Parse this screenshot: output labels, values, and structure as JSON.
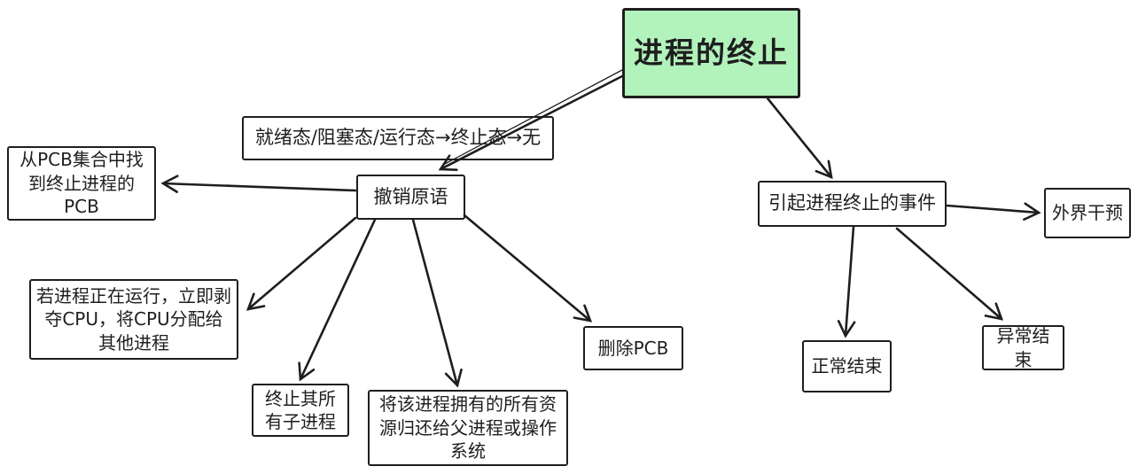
{
  "diagram": {
    "type": "mind-map",
    "colors": {
      "stroke": "#1e1e1e",
      "title_fill": "#b2f2bb",
      "node_fill": "#ffffff",
      "background": "#ffffff"
    },
    "nodes": {
      "process_termination": {
        "label": "进程的终止"
      },
      "state_transition": {
        "label": "就绪态/阻塞态/运行态→终止态→无"
      },
      "find_pcb": {
        "label": "从PCB集合中找\n到终止进程的\nPCB"
      },
      "revoke_primitive": {
        "label": "撤销原语"
      },
      "deprive_cpu": {
        "label": "若进程正在运行，立即剥\n夺CPU，将CPU分配给\n其他进程"
      },
      "terminate_children": {
        "label": "终止其所\n有子进程"
      },
      "return_resources": {
        "label": "将该进程拥有的所有资\n源归还给父进程或操作\n系统"
      },
      "delete_pcb": {
        "label": "删除PCB"
      },
      "termination_events": {
        "label": "引起进程终止的事件"
      },
      "external_intervention": {
        "label": "外界干预"
      },
      "normal_end": {
        "label": "正常结束"
      },
      "abnormal_end": {
        "label": "异常结束"
      }
    },
    "edges": [
      {
        "from": "process_termination",
        "to": "revoke_primitive",
        "annotation": "就绪态/阻塞态/运行态→终止态→无"
      },
      {
        "from": "process_termination",
        "to": "termination_events"
      },
      {
        "from": "revoke_primitive",
        "to": "find_pcb"
      },
      {
        "from": "revoke_primitive",
        "to": "deprive_cpu"
      },
      {
        "from": "revoke_primitive",
        "to": "terminate_children"
      },
      {
        "from": "revoke_primitive",
        "to": "return_resources"
      },
      {
        "from": "revoke_primitive",
        "to": "delete_pcb"
      },
      {
        "from": "termination_events",
        "to": "external_intervention"
      },
      {
        "from": "termination_events",
        "to": "normal_end"
      },
      {
        "from": "termination_events",
        "to": "abnormal_end"
      }
    ]
  }
}
